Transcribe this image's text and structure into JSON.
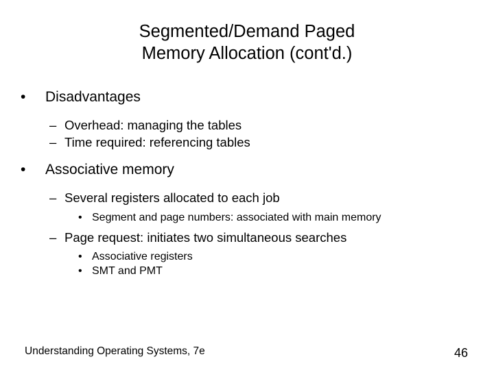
{
  "slide": {
    "title_line1": "Segmented/Demand Paged",
    "title_line2": "Memory Allocation (cont'd.)",
    "bullets": {
      "disadvantages": "Disadvantages",
      "overhead": "Overhead: managing the tables",
      "time_required": "Time required: referencing tables",
      "associative_memory": "Associative memory",
      "several_registers": "Several registers allocated to each job",
      "segment_and_page": "Segment and page numbers: associated with main memory",
      "page_request": "Page request: initiates two simultaneous searches",
      "associative_registers": "Associative registers",
      "smt_and_pmt": "SMT and PMT"
    },
    "marks": {
      "dot": "•",
      "dash": "–"
    },
    "footer_text": "Understanding Operating Systems, 7e",
    "slide_number": "46"
  }
}
